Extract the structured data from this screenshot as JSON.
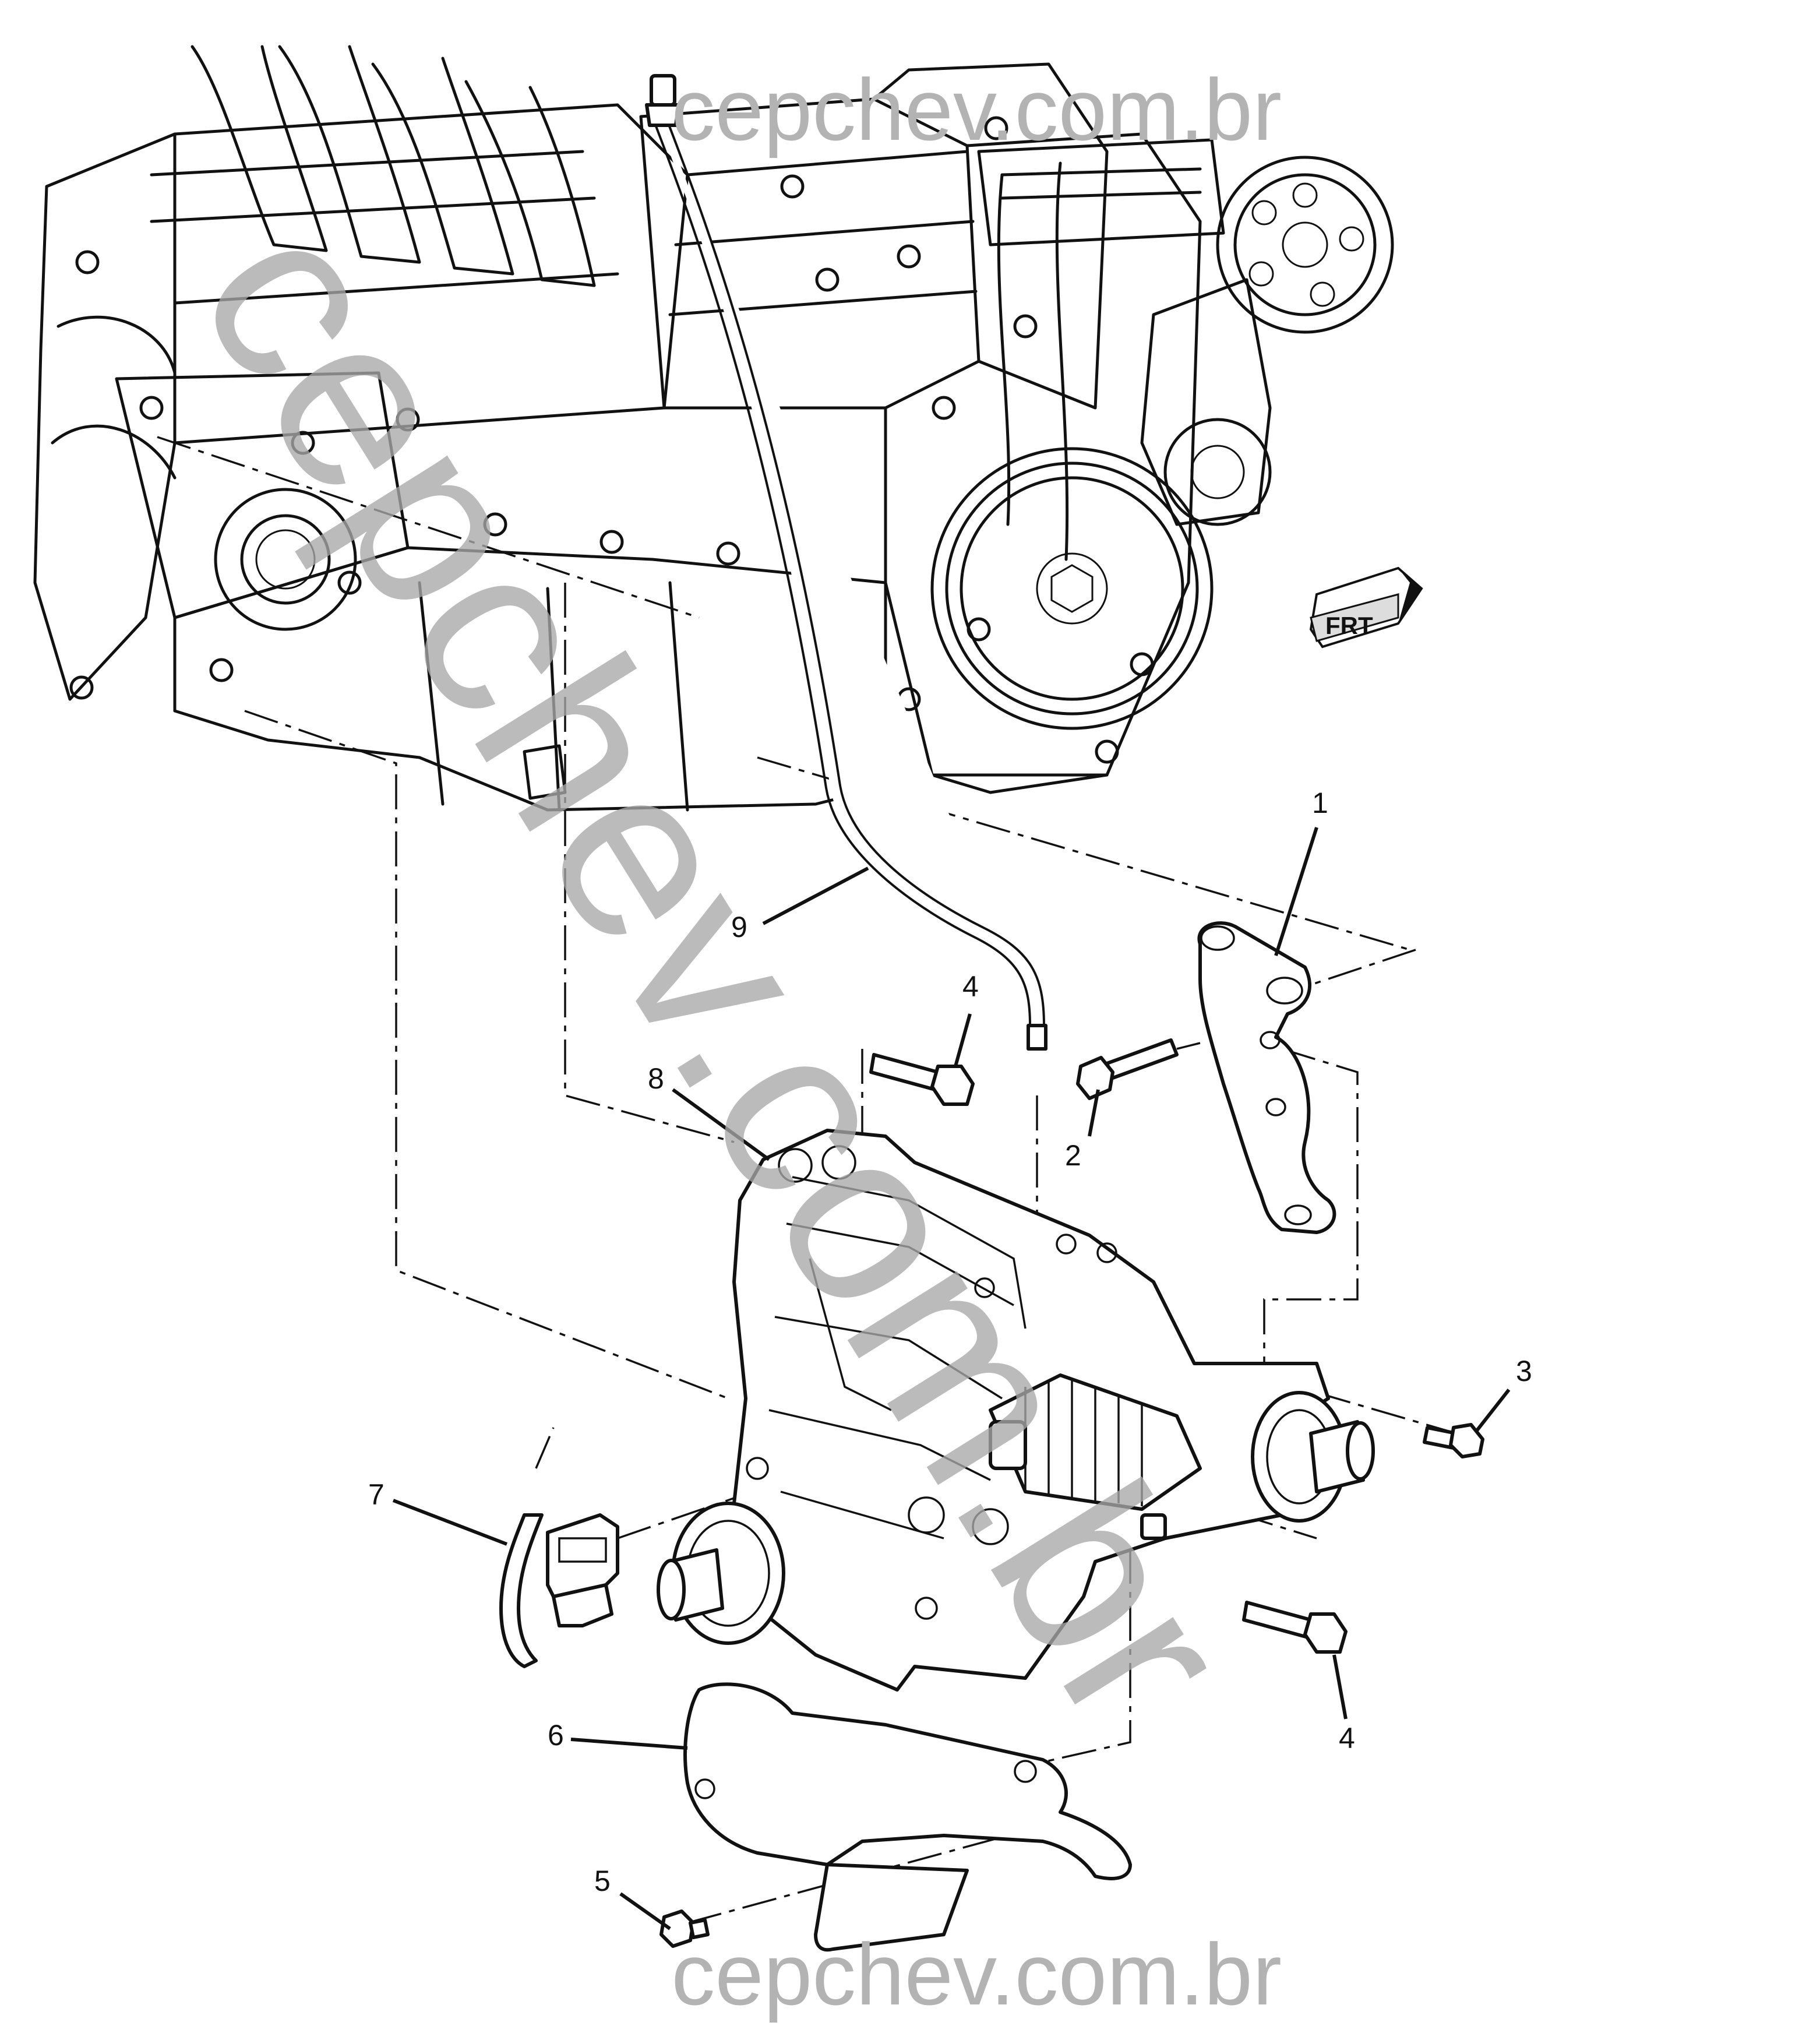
{
  "watermarks": {
    "top": "cepchev.com.br",
    "bottom": "cepchev.com.br",
    "diagonal": "cepchev.com.br"
  },
  "direction_marker": {
    "label": "FRT"
  },
  "callouts": [
    {
      "id": "c1",
      "label": "1"
    },
    {
      "id": "c2",
      "label": "2"
    },
    {
      "id": "c3",
      "label": "3"
    },
    {
      "id": "c4a",
      "label": "4"
    },
    {
      "id": "c4b",
      "label": "4"
    },
    {
      "id": "c5",
      "label": "5"
    },
    {
      "id": "c6",
      "label": "6"
    },
    {
      "id": "c7",
      "label": "7"
    },
    {
      "id": "c8",
      "label": "8"
    },
    {
      "id": "c9",
      "label": "9"
    }
  ]
}
